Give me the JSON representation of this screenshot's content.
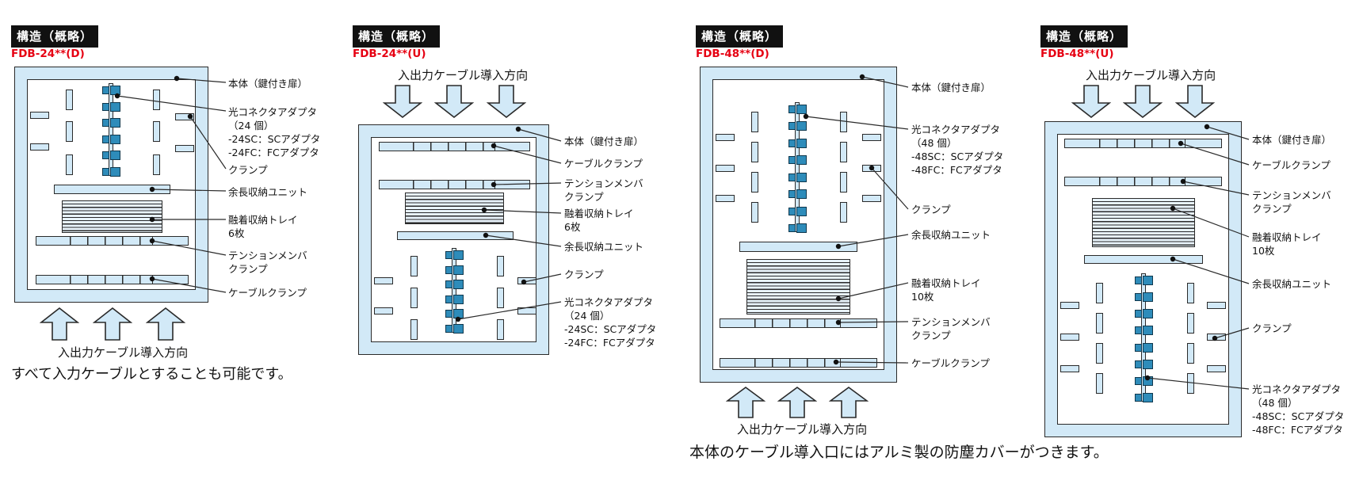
{
  "colors": {
    "panel_fill": "#d2e9f7",
    "outline": "#2a2a2a",
    "model_red": "#e60012",
    "adapter_fill": "#2e8cba"
  },
  "notes": {
    "left": "すべて入力ケーブルとすることも可能です。",
    "right": "本体のケーブル導入口にはアルミ製の防塵カバーがつきます。"
  },
  "panels": [
    {
      "header": "構造（概略）",
      "model": "FDB-24**(D)",
      "caption": "入出力ケーブル導入方向",
      "labels": {
        "body": "本体（鍵付き扉）",
        "adapter": "光コネクタアダプタ\n（24 個）\n-24SC：SCアダプタ\n-24FC：FCアダプタ",
        "clamp": "クランプ",
        "slack": "余長収納ユニット",
        "tray": "融着収納トレイ\n6枚",
        "tension": "テンションメンバ\nクランプ",
        "cable": "ケーブルクランプ"
      }
    },
    {
      "header": "構造（概略）",
      "model": "FDB-24**(U)",
      "caption": "入出力ケーブル導入方向",
      "labels": {
        "body": "本体（鍵付き扉）",
        "adapter": "光コネクタアダプタ\n（24 個）\n-24SC：SCアダプタ\n-24FC：FCアダプタ",
        "clamp": "クランプ",
        "slack": "余長収納ユニット",
        "tray": "融着収納トレイ\n6枚",
        "tension": "テンションメンバ\nクランプ",
        "cable": "ケーブルクランプ"
      }
    },
    {
      "header": "構造（概略）",
      "model": "FDB-48**(D)",
      "caption": "入出力ケーブル導入方向",
      "labels": {
        "body": "本体（鍵付き扉）",
        "adapter": "光コネクタアダプタ\n（48 個）\n-48SC：SCアダプタ\n-48FC：FCアダプタ",
        "clamp": "クランプ",
        "slack": "余長収納ユニット",
        "tray": "融着収納トレイ\n10枚",
        "tension": "テンションメンバ\nクランプ",
        "cable": "ケーブルクランプ"
      }
    },
    {
      "header": "構造（概略）",
      "model": "FDB-48**(U)",
      "caption": "入出力ケーブル導入方向",
      "labels": {
        "body": "本体（鍵付き扉）",
        "adapter": "光コネクタアダプタ\n（48 個）\n-48SC：SCアダプタ\n-48FC：FCアダプタ",
        "clamp": "クランプ",
        "slack": "余長収納ユニット",
        "tray": "融着収納トレイ\n10枚",
        "tension": "テンションメンバ\nクランプ",
        "cable": "ケーブルクランプ"
      }
    }
  ]
}
